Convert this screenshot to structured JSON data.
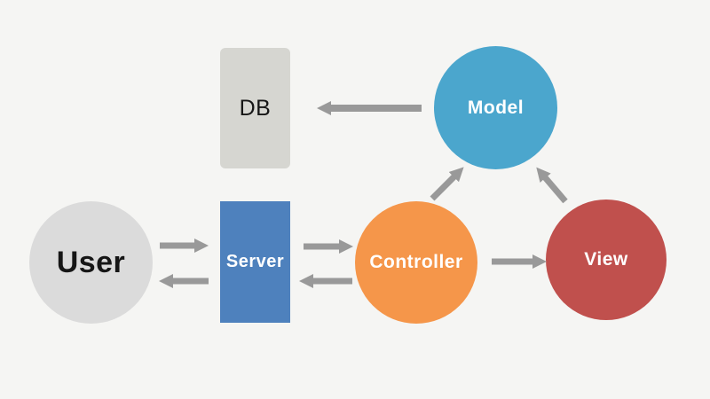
{
  "canvas": {
    "background": "#f5f5f3"
  },
  "diagram": {
    "title": "MVC architecture diagram",
    "arrow_color": "#999999",
    "nodes": {
      "user": {
        "label": "User",
        "shape": "circle",
        "fill": "#dbdbdb",
        "text_color": "#161616"
      },
      "db": {
        "label": "DB",
        "shape": "rounded-rect",
        "fill": "#d6d6d1",
        "text_color": "#161616"
      },
      "server": {
        "label": "Server",
        "shape": "rect",
        "fill": "#4e81bd",
        "text_color": "#ffffff"
      },
      "model": {
        "label": "Model",
        "shape": "circle",
        "fill": "#4ba6cd",
        "text_color": "#ffffff"
      },
      "controller": {
        "label": "Controller",
        "shape": "circle",
        "fill": "#f5964a",
        "text_color": "#ffffff"
      },
      "view": {
        "label": "View",
        "shape": "circle",
        "fill": "#c0504d",
        "text_color": "#ffffff"
      }
    },
    "edges": [
      {
        "from": "user",
        "to": "server"
      },
      {
        "from": "server",
        "to": "user"
      },
      {
        "from": "server",
        "to": "controller"
      },
      {
        "from": "controller",
        "to": "server"
      },
      {
        "from": "controller",
        "to": "view"
      },
      {
        "from": "controller",
        "to": "model"
      },
      {
        "from": "view",
        "to": "model"
      },
      {
        "from": "model",
        "to": "db"
      }
    ]
  }
}
